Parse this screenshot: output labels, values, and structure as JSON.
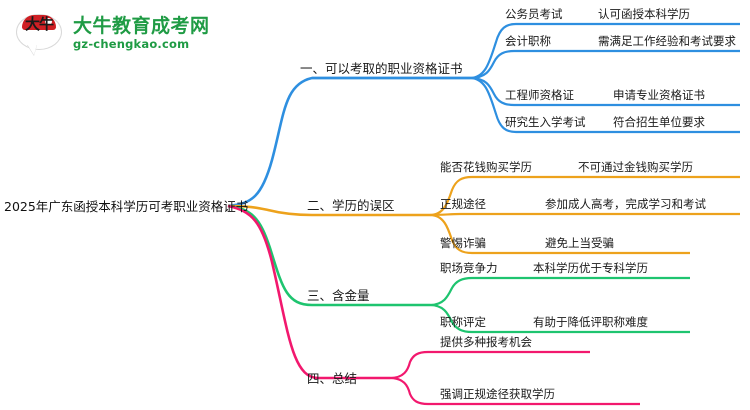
{
  "logo": {
    "mark_text": "大牛",
    "title": "大牛教育成考网",
    "subtitle": "gz-chengkao.com",
    "brand_color": "#1f9b44",
    "mark_accent_color": "#cf1f24"
  },
  "mindmap": {
    "root": {
      "label": "2025年广东函授本科学历可考职业资格证书"
    },
    "branches": [
      {
        "label": "一、可以考取的职业资格证书",
        "color": "#2e8fe0",
        "children": [
          {
            "label": "公务员考试",
            "detail": "认可函授本科学历"
          },
          {
            "label": "会计职称",
            "detail": "需满足工作经验和考试要求"
          },
          {
            "label": "工程师资格证",
            "detail": "申请专业资格证书"
          },
          {
            "label": "研究生入学考试",
            "detail": "符合招生单位要求"
          }
        ]
      },
      {
        "label": "二、学历的误区",
        "color": "#eda21c",
        "children": [
          {
            "label": "能否花钱购买学历",
            "detail": "不可通过金钱购买学历"
          },
          {
            "label": "正规途径",
            "detail": "参加成人高考，完成学习和考试"
          },
          {
            "label": "警惕诈骗",
            "detail": "避免上当受骗"
          }
        ]
      },
      {
        "label": "三、含金量",
        "color": "#1ec46f",
        "children": [
          {
            "label": "职场竞争力",
            "detail": "本科学历优于专科学历"
          },
          {
            "label": "职称评定",
            "detail": "有助于降低评职称难度"
          }
        ]
      },
      {
        "label": "四、总结",
        "color": "#f2186e",
        "children": [
          {
            "label": "提供多种报考机会",
            "detail": ""
          },
          {
            "label": "强调正规途径获取学历",
            "detail": ""
          }
        ]
      }
    ]
  }
}
